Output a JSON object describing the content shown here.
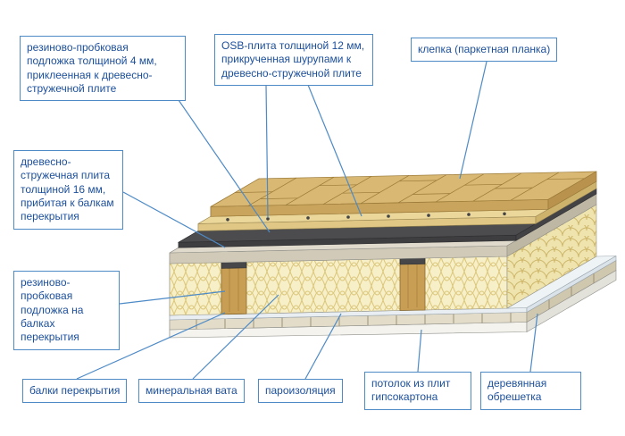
{
  "colors": {
    "label_border_blue": "#4d8ac6",
    "label_text_blue": "#1c4f9b",
    "leader_line_blue": "#4d8ac6",
    "parquet_wood": "#d9b873",
    "osb_board": "#ecd79b",
    "cork_underlay_dark": "#4c4c4e",
    "chipboard_gray": "#e0dacc",
    "mineral_wool_cream": "#f7efc7",
    "beam_wood": "#c89e55",
    "vapor_barrier": "#e8eef2",
    "battens_wood": "#e3dcc9",
    "gypsum_white": "#f4f3ee",
    "background": "#ffffff"
  },
  "labels": {
    "underlay_top": "резиново-пробковая подложка толщиной 4 мм, приклеенная к древесно-стружечной плите",
    "osb": "OSB-плита толщиной 12 мм, прикрученная шурупами к древесно-стружечной плите",
    "parquet": "клепка (паркетная планка)",
    "chipboard": "древесно-стружечная плита толщиной 16 мм, прибитая к балкам перекрытия",
    "underlay_beams": "резиново-пробковая подложка на балках перекрытия",
    "beams": "балки перекрытия",
    "wool": "минеральная вата",
    "vapor": "пароизоляция",
    "ceiling": "потолок из плит гипсокартона",
    "battens": "деревянная обрешетка"
  }
}
